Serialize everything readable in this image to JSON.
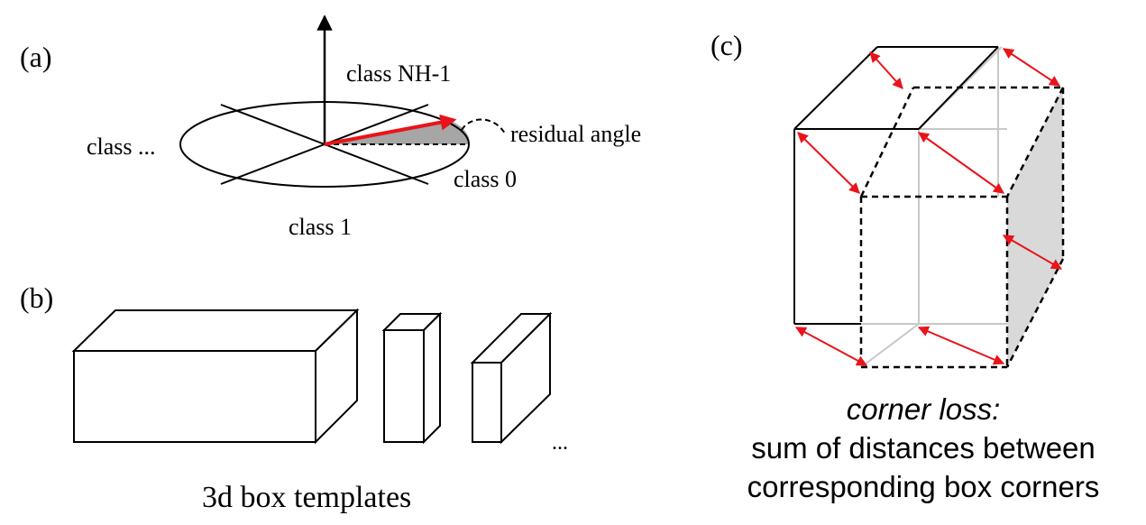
{
  "panel_a": {
    "label": "(a)",
    "class_nh": "class NH-1",
    "class_dots": "class ...",
    "class_0": "class 0",
    "class_1": "class 1",
    "residual": "residual angle",
    "accent_color": "#e8141a",
    "wedge_color": "#a6a6a6"
  },
  "panel_b": {
    "label": "(b)",
    "ellipsis": "...",
    "caption": "3d box templates"
  },
  "panel_c": {
    "label": "(c)",
    "caption_title": "corner loss:",
    "caption_line1": "sum of distances between",
    "caption_line2": "corresponding box corners",
    "arrow_color": "#e8141a",
    "shade_color": "#d9d9d9",
    "ghost_color": "#c8c8c8"
  }
}
